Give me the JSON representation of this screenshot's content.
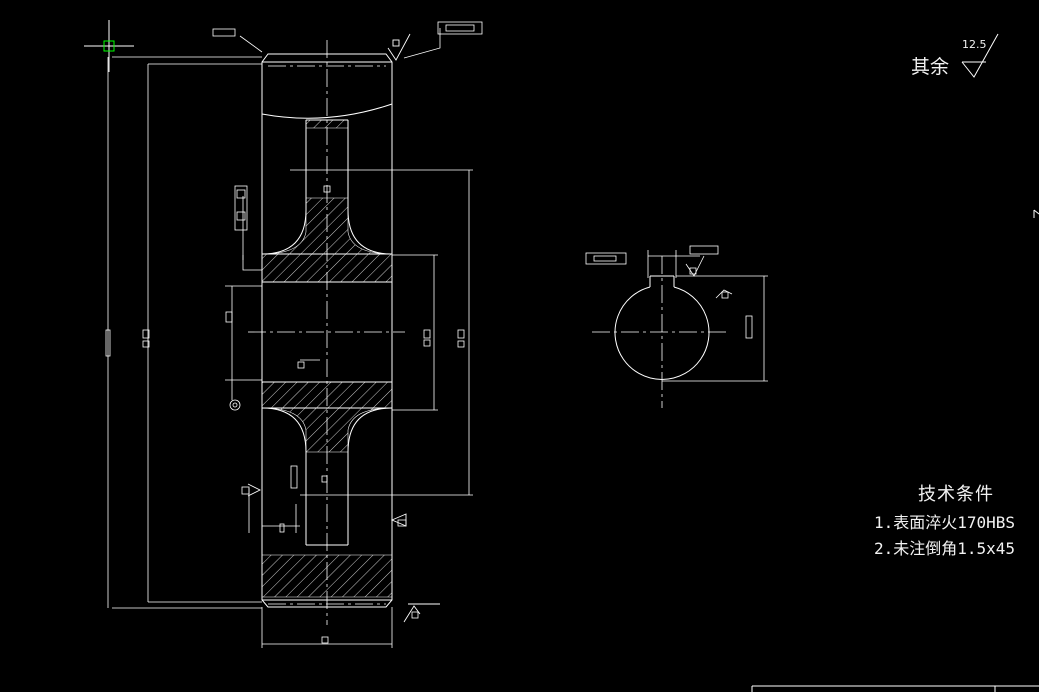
{
  "roughness": {
    "rest_label": "其余",
    "value": "12.5"
  },
  "tech_notes": {
    "title": "技术条件",
    "items": [
      "1.表面淬火170HBS",
      "2.未注倒角1.5x45"
    ]
  },
  "colors": {
    "background": "#000000",
    "lines": "#ffffff",
    "text": "#f2f2f2",
    "cursor": "#00ff00"
  }
}
